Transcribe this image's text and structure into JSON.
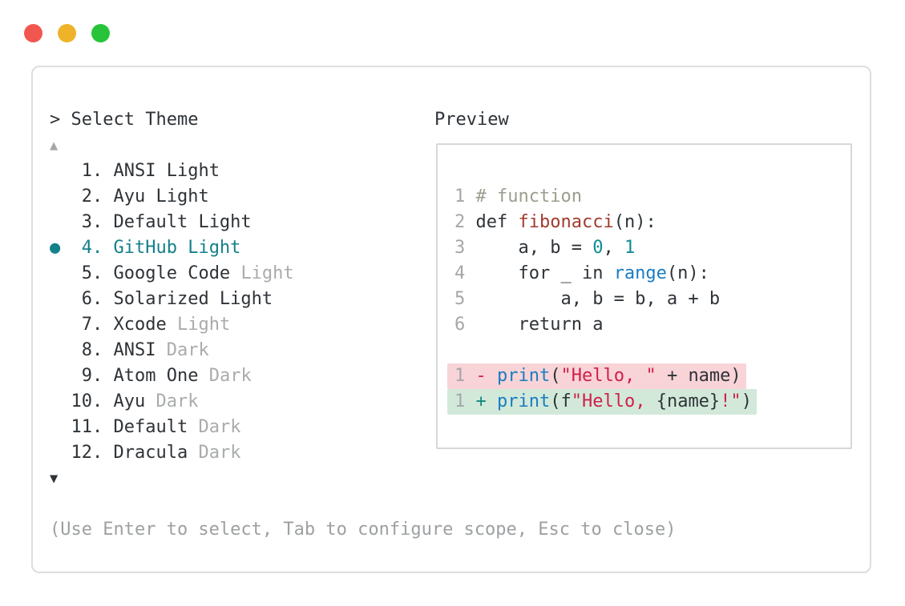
{
  "window_controls": {
    "close_color": "#f2574f",
    "minimize_color": "#efb32a",
    "zoom_color": "#27c43a"
  },
  "theme_picker": {
    "prompt": "> ",
    "title": "Select Theme",
    "scroll_up": "▲",
    "scroll_down": "▼",
    "selected_bullet": "●",
    "accent_color": "#14808a",
    "items": [
      {
        "number": "1",
        "selected": false,
        "segments": [
          {
            "text": "ANSI Light",
            "muted": false
          }
        ]
      },
      {
        "number": "2",
        "selected": false,
        "segments": [
          {
            "text": "Ayu Light",
            "muted": false
          }
        ]
      },
      {
        "number": "3",
        "selected": false,
        "segments": [
          {
            "text": "Default Light",
            "muted": false
          }
        ]
      },
      {
        "number": "4",
        "selected": true,
        "segments": [
          {
            "text": "GitHub Light",
            "muted": false
          }
        ]
      },
      {
        "number": "5",
        "selected": false,
        "segments": [
          {
            "text": "Google Code ",
            "muted": false
          },
          {
            "text": "Light",
            "muted": true
          }
        ]
      },
      {
        "number": "6",
        "selected": false,
        "segments": [
          {
            "text": "Solarized Light",
            "muted": false
          }
        ]
      },
      {
        "number": "7",
        "selected": false,
        "segments": [
          {
            "text": "Xcode ",
            "muted": false
          },
          {
            "text": "Light",
            "muted": true
          }
        ]
      },
      {
        "number": "8",
        "selected": false,
        "segments": [
          {
            "text": "ANSI ",
            "muted": false
          },
          {
            "text": "Dark",
            "muted": true
          }
        ]
      },
      {
        "number": "9",
        "selected": false,
        "segments": [
          {
            "text": "Atom One ",
            "muted": false
          },
          {
            "text": "Dark",
            "muted": true
          }
        ]
      },
      {
        "number": "10",
        "selected": false,
        "segments": [
          {
            "text": "Ayu ",
            "muted": false
          },
          {
            "text": "Dark",
            "muted": true
          }
        ]
      },
      {
        "number": "11",
        "selected": false,
        "segments": [
          {
            "text": "Default ",
            "muted": false
          },
          {
            "text": "Dark",
            "muted": true
          }
        ]
      },
      {
        "number": "12",
        "selected": false,
        "segments": [
          {
            "text": "Dracula ",
            "muted": false
          },
          {
            "text": "Dark",
            "muted": true
          }
        ]
      }
    ],
    "help_text": "(Use Enter to select, Tab to configure scope, Esc to close)"
  },
  "preview": {
    "label": "Preview",
    "syntax_colors": {
      "plain": "#2e3338",
      "comment": "#9b9e8e",
      "function": "#a23b2e",
      "builtin": "#1a7dc0",
      "string": "#d01f4a",
      "number": "#0d8d93",
      "deleted": "#d01f4a",
      "inserted": "#10897b",
      "removed_bg": "#f8d3d7",
      "added_bg": "#d2e9da"
    },
    "code_lines": [
      {
        "num": "1",
        "diff": null,
        "tokens": [
          {
            "text": "# function",
            "type": "comment"
          }
        ]
      },
      {
        "num": "2",
        "diff": null,
        "tokens": [
          {
            "text": "def ",
            "type": "plain"
          },
          {
            "text": "fibonacci",
            "type": "func"
          },
          {
            "text": "(n):",
            "type": "plain"
          }
        ]
      },
      {
        "num": "3",
        "diff": null,
        "tokens": [
          {
            "text": "    a, b = ",
            "type": "plain"
          },
          {
            "text": "0",
            "type": "num"
          },
          {
            "text": ", ",
            "type": "plain"
          },
          {
            "text": "1",
            "type": "num"
          }
        ]
      },
      {
        "num": "4",
        "diff": null,
        "tokens": [
          {
            "text": "    for _ in ",
            "type": "plain"
          },
          {
            "text": "range",
            "type": "builtin"
          },
          {
            "text": "(n):",
            "type": "plain"
          }
        ]
      },
      {
        "num": "5",
        "diff": null,
        "tokens": [
          {
            "text": "        a, b = b, a + b",
            "type": "plain"
          }
        ]
      },
      {
        "num": "6",
        "diff": null,
        "tokens": [
          {
            "text": "    return a",
            "type": "plain"
          }
        ]
      },
      {
        "num": "",
        "diff": null,
        "tokens": []
      },
      {
        "num": "1",
        "diff": "removed",
        "tokens": [
          {
            "text": "- ",
            "type": "del"
          },
          {
            "text": "print",
            "type": "builtin"
          },
          {
            "text": "(",
            "type": "plain"
          },
          {
            "text": "\"Hello, \"",
            "type": "string"
          },
          {
            "text": " + name)",
            "type": "plain"
          }
        ]
      },
      {
        "num": "1",
        "diff": "added",
        "tokens": [
          {
            "text": "+ ",
            "type": "ins"
          },
          {
            "text": "print",
            "type": "builtin"
          },
          {
            "text": "(f",
            "type": "plain"
          },
          {
            "text": "\"Hello, ",
            "type": "string"
          },
          {
            "text": "{name}",
            "type": "plain"
          },
          {
            "text": "!\"",
            "type": "string"
          },
          {
            "text": ")",
            "type": "plain"
          }
        ]
      }
    ]
  }
}
